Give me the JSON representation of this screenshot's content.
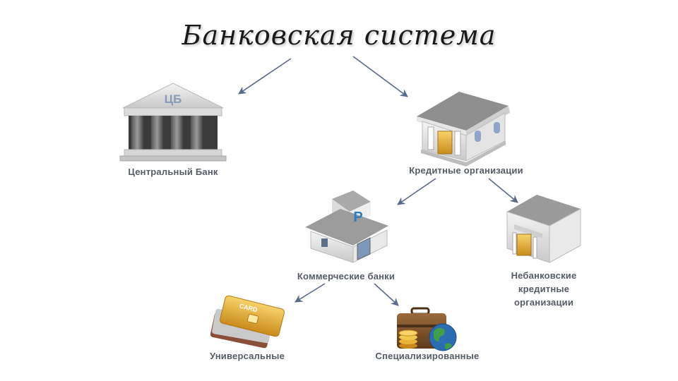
{
  "title": "Банковская система",
  "nodes": {
    "central_bank": {
      "label": "Центральный Банк",
      "emblem": "ЦБ",
      "icon": "classical-bank-icon"
    },
    "credit_orgs": {
      "label": "Кредитные организации",
      "icon": "bank-building-icon"
    },
    "commercial_banks": {
      "label": "Коммерческие банки",
      "emblem": "Р",
      "icon": "ruble-bank-house-icon"
    },
    "nonbank_credit": {
      "label_lines": [
        "Небанковские",
        "кредитные",
        "организации"
      ],
      "icon": "small-bank-building-icon"
    },
    "universal": {
      "label": "Универсальные",
      "card_text": "CARD",
      "icon": "credit-cards-icon"
    },
    "specialized": {
      "label": "Специализированные",
      "icon": "briefcase-coins-globe-icon"
    }
  },
  "colors": {
    "arrow": "#5a6a8c",
    "label": "#555c66",
    "emblem": "#8a9bb5",
    "ruble": "#2a7fc4",
    "card": "#f2b233"
  }
}
